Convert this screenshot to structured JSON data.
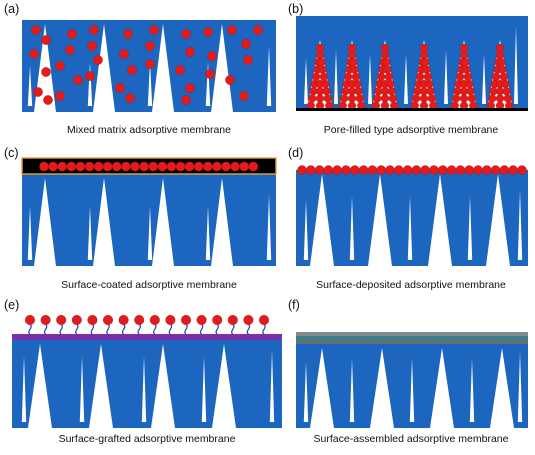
{
  "colors": {
    "membrane_blue": "#1c66bf",
    "particle_red": "#e31b1b",
    "coating_black": "#000000",
    "coating_border_orange": "#e8a33a",
    "graft_line_purple": "#7b2fa8",
    "graft_stem_blue": "#1f3fbf",
    "assembled_layer_grey": "#7f8b8f",
    "assembled_layer_teal": "#3d7f86"
  },
  "panels": [
    {
      "label": "(a)",
      "caption": "Mixed matrix adsorptive membrane"
    },
    {
      "label": "(b)",
      "caption": "Pore-filled type adsorptive membrane"
    },
    {
      "label": "(c)",
      "caption": "Surface-coated adsorptive membrane"
    },
    {
      "label": "(d)",
      "caption": "Surface-deposited adsorptive membrane"
    },
    {
      "label": "(e)",
      "caption": "Surface-grafted adsorptive membrane"
    },
    {
      "label": "(f)",
      "caption": "Surface-assembled adsorptive membrane"
    }
  ]
}
